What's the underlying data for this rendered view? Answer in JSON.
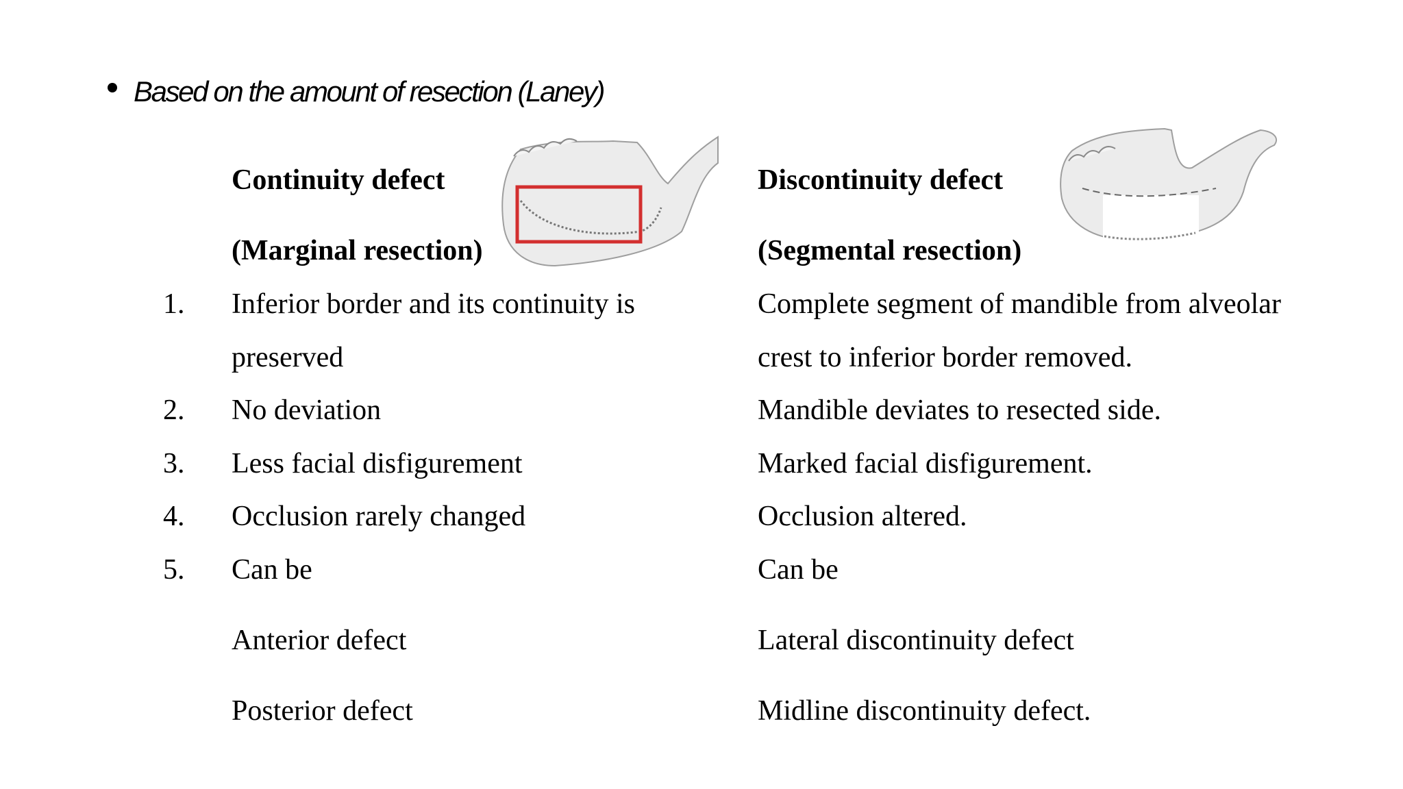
{
  "slide": {
    "bullet_heading": "Based on the amount of resection (Laney)"
  },
  "left_column": {
    "title": "Continuity defect",
    "subtitle": "(Marginal resection)",
    "image_icon": "mandible-marginal-resection-illustration"
  },
  "right_column": {
    "title": "Discontinuity defect",
    "subtitle": "(Segmental resection)",
    "image_icon": "mandible-segmental-resection-illustration"
  },
  "rows": [
    {
      "number": "1.",
      "left": [
        "Inferior border and its continuity is",
        "preserved"
      ],
      "right": [
        "Complete segment of mandible from alveolar",
        "crest to inferior border removed."
      ]
    },
    {
      "number": "2.",
      "left": [
        "No deviation"
      ],
      "right": [
        "Mandible deviates to resected side."
      ]
    },
    {
      "number": "3.",
      "left": [
        "Less facial disfigurement"
      ],
      "right": [
        "Marked facial disfigurement."
      ]
    },
    {
      "number": "4.",
      "left": [
        "Occlusion rarely changed"
      ],
      "right": [
        "Occlusion altered."
      ]
    },
    {
      "number": "5.",
      "left": [
        "Can be"
      ],
      "right": [
        "Can be"
      ]
    }
  ],
  "sub_items": {
    "left": [
      "Anterior defect",
      "Posterior defect"
    ],
    "right": [
      "Lateral discontinuity defect",
      "Midline discontinuity defect."
    ]
  },
  "colors": {
    "text": "#000000",
    "highlight_box": "#d32f2f",
    "bone_fill": "#ececec",
    "bone_stroke": "#9e9e9e"
  }
}
